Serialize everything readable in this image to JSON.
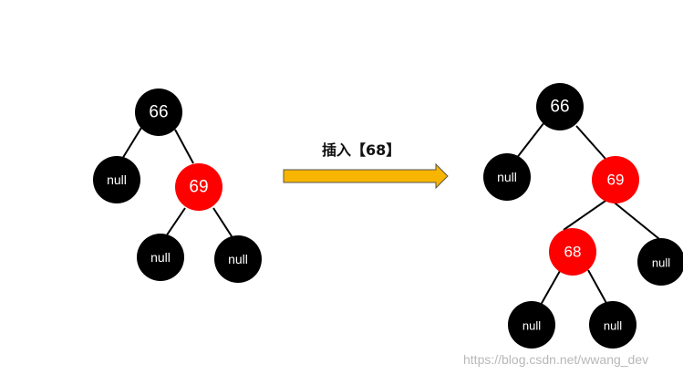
{
  "colors": {
    "black_node": "#000000",
    "red_node": "#ff0000",
    "edge": "#000000",
    "arrow_fill": "#f7b500",
    "arrow_stroke": "#555555",
    "node_text": "#ffffff"
  },
  "before_tree": {
    "nodes": [
      {
        "id": "b66",
        "label": "66",
        "color": "black"
      },
      {
        "id": "bnullL",
        "label": "null",
        "color": "black"
      },
      {
        "id": "b69",
        "label": "69",
        "color": "red"
      },
      {
        "id": "bnullRL",
        "label": "null",
        "color": "black"
      },
      {
        "id": "bnullRR",
        "label": "null",
        "color": "black"
      }
    ]
  },
  "arrow": {
    "label": "插入【68】"
  },
  "after_tree": {
    "nodes": [
      {
        "id": "a66",
        "label": "66",
        "color": "black"
      },
      {
        "id": "anullL",
        "label": "null",
        "color": "black"
      },
      {
        "id": "a69",
        "label": "69",
        "color": "red"
      },
      {
        "id": "a68",
        "label": "68",
        "color": "red"
      },
      {
        "id": "anullR",
        "label": "null",
        "color": "black"
      },
      {
        "id": "anull68L",
        "label": "null",
        "color": "black"
      },
      {
        "id": "anull68R",
        "label": "null",
        "color": "black"
      }
    ]
  },
  "watermark": "https://blog.csdn.net/wwang_dev"
}
